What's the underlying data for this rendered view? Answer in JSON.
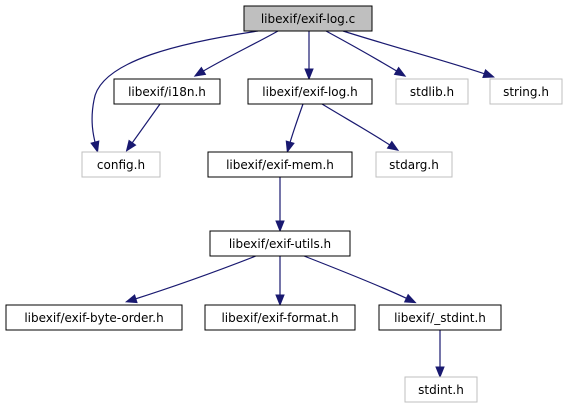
{
  "graph": {
    "nodes": [
      {
        "id": "exif-log-c",
        "label": "libexif/exif-log.c",
        "style": "root"
      },
      {
        "id": "i18n-h",
        "label": "libexif/i18n.h",
        "style": "internal"
      },
      {
        "id": "exif-log-h",
        "label": "libexif/exif-log.h",
        "style": "internal"
      },
      {
        "id": "stdlib-h",
        "label": "stdlib.h",
        "style": "external"
      },
      {
        "id": "string-h",
        "label": "string.h",
        "style": "external"
      },
      {
        "id": "config-h",
        "label": "config.h",
        "style": "external"
      },
      {
        "id": "exif-mem-h",
        "label": "libexif/exif-mem.h",
        "style": "internal"
      },
      {
        "id": "stdarg-h",
        "label": "stdarg.h",
        "style": "external"
      },
      {
        "id": "exif-utils-h",
        "label": "libexif/exif-utils.h",
        "style": "internal"
      },
      {
        "id": "exif-byte-order-h",
        "label": "libexif/exif-byte-order.h",
        "style": "internal"
      },
      {
        "id": "exif-format-h",
        "label": "libexif/exif-format.h",
        "style": "internal"
      },
      {
        "id": "stdint-internal-h",
        "label": "libexif/_stdint.h",
        "style": "internal"
      },
      {
        "id": "stdint-h",
        "label": "stdint.h",
        "style": "external"
      }
    ],
    "edges": [
      {
        "from": "exif-log-c",
        "to": "config-h"
      },
      {
        "from": "exif-log-c",
        "to": "i18n-h"
      },
      {
        "from": "exif-log-c",
        "to": "exif-log-h"
      },
      {
        "from": "exif-log-c",
        "to": "stdlib-h"
      },
      {
        "from": "exif-log-c",
        "to": "string-h"
      },
      {
        "from": "i18n-h",
        "to": "config-h"
      },
      {
        "from": "exif-log-h",
        "to": "exif-mem-h"
      },
      {
        "from": "exif-log-h",
        "to": "stdarg-h"
      },
      {
        "from": "exif-mem-h",
        "to": "exif-utils-h"
      },
      {
        "from": "exif-utils-h",
        "to": "exif-byte-order-h"
      },
      {
        "from": "exif-utils-h",
        "to": "exif-format-h"
      },
      {
        "from": "exif-utils-h",
        "to": "stdint-internal-h"
      },
      {
        "from": "stdint-internal-h",
        "to": "stdint-h"
      }
    ],
    "colors": {
      "edge": "#191970",
      "root_fill": "#bfbfbf",
      "root_border": "#000000",
      "internal_fill": "#ffffff",
      "internal_border": "#000000",
      "external_fill": "#ffffff",
      "external_border": "#bfbfbf",
      "text": "#000000"
    }
  }
}
